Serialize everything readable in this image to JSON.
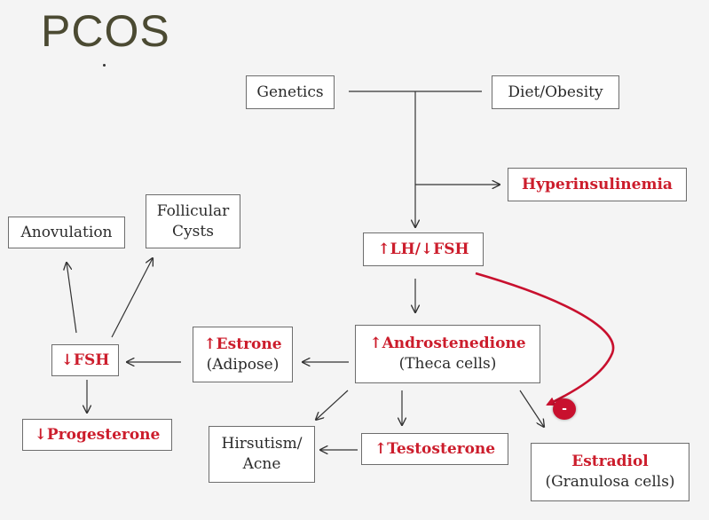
{
  "title": "PCOS",
  "nodes": {
    "genetics": "Genetics",
    "diet_obesity": "Diet/Obesity",
    "hyperinsulinemia": "Hyperinsulinemia",
    "lh_fsh": "↑LH/↓FSH",
    "androstenedione": "↑Androstenedione",
    "androstenedione_sub": "(Theca cells)",
    "estrone": "↑Estrone",
    "estrone_sub": "(Adipose)",
    "fsh": "↓FSH",
    "anovulation": "Anovulation",
    "follicular_line1": "Follicular",
    "follicular_line2": "Cysts",
    "progesterone": "↓Progesterone",
    "hirsutism_line1": "Hirsutism/",
    "hirsutism_line2": "Acne",
    "testosterone": "↑Testosterone",
    "estradiol": "Estradiol",
    "estradiol_sub": "(Granulosa cells)"
  },
  "inhibition_badge": "-",
  "colors": {
    "highlight": "#cc1d2c",
    "inhibition_arrow": "#c8102e",
    "title": "#4b4a32"
  }
}
